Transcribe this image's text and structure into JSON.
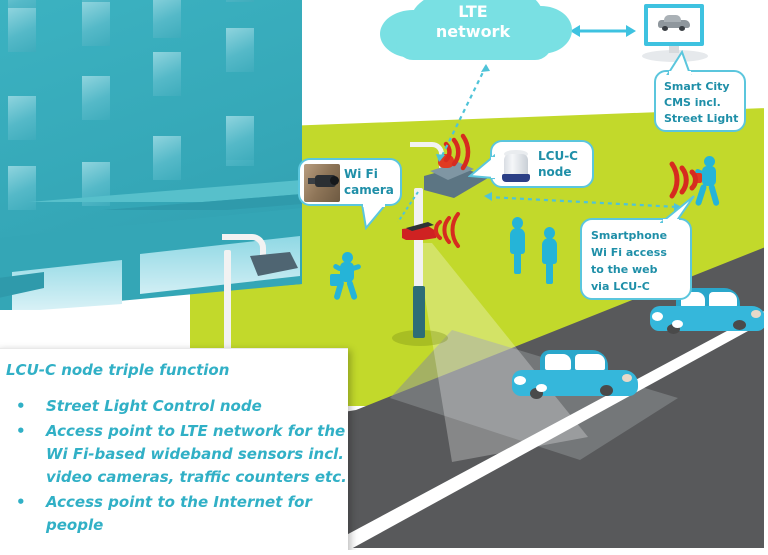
{
  "diagram": {
    "title": "Smart City LCU-C node network diagram",
    "colors": {
      "grass": "#c2d92b",
      "building": "#3cb3c2",
      "road": "#58595b",
      "cloud": "#79e0e3",
      "accent_blue": "#1f8fa8",
      "callout_border": "#5bc6dd",
      "wifi_red": "#d62b1f",
      "person_cyan": "#25b4d8",
      "car_cyan": "#35b7db",
      "info_text": "#31b0c6"
    }
  },
  "cloud": {
    "line1": "LTE",
    "line2": "network"
  },
  "callouts": {
    "wifi_camera": {
      "line1": "Wi Fi",
      "line2": "camera",
      "icon": "security-camera-photo"
    },
    "lcu_node": {
      "line1": "LCU-C",
      "line2": "node",
      "icon": "lcu-c-device"
    },
    "smart_city_cms": {
      "line1": "Smart City",
      "line2": "CMS incl.",
      "line3": "Street Light"
    },
    "smartphone_access": {
      "line1": "Smartphone",
      "line2": "Wi Fi access",
      "line3": "to the web",
      "line4": "via LCU-C"
    }
  },
  "infobox": {
    "heading": "LCU-C node triple function",
    "bullets": [
      "Street Light Control node",
      "Access point to LTE network for the Wi Fi-based wideband sensors incl. video cameras, traffic counters etc.",
      "Access point to the Internet for people"
    ]
  },
  "scene": {
    "monitor_icon": "desktop-monitor-with-car",
    "pole_icon": "street-light-pole",
    "streetlamp_icon": "street-lamp-head",
    "cars": 2,
    "pedestrians": 4,
    "wifi_emitters": 3
  }
}
